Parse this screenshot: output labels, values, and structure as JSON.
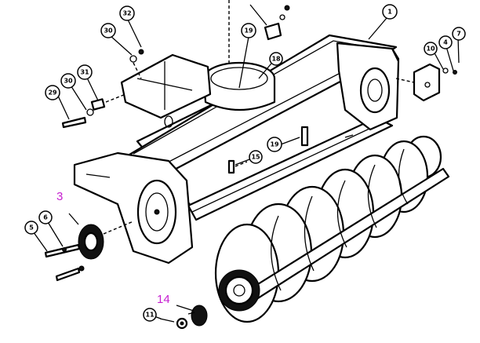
{
  "callouts": [
    {
      "id": "c1",
      "label": "1"
    },
    {
      "id": "c32",
      "label": "32"
    },
    {
      "id": "c30a",
      "label": "30"
    },
    {
      "id": "c19a",
      "label": "19"
    },
    {
      "id": "c18",
      "label": "18"
    },
    {
      "id": "c29",
      "label": "29"
    },
    {
      "id": "c30b",
      "label": "30"
    },
    {
      "id": "c31",
      "label": "31"
    },
    {
      "id": "c10",
      "label": "10"
    },
    {
      "id": "c4",
      "label": "4"
    },
    {
      "id": "c7",
      "label": "7"
    },
    {
      "id": "c19b",
      "label": "19"
    },
    {
      "id": "c15",
      "label": "15"
    },
    {
      "id": "c5",
      "label": "5"
    },
    {
      "id": "c6",
      "label": "6"
    },
    {
      "id": "c11",
      "label": "11"
    }
  ],
  "annotations": {
    "label_3": "3",
    "label_14": "14",
    "color": "#c61fd0"
  }
}
